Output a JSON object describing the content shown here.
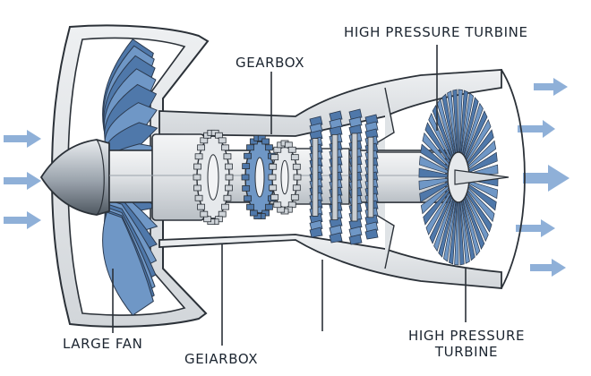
{
  "labels": {
    "top_right": "HIGH PRESSURE TURBINE",
    "top_mid": "GEARBOX",
    "bottom_left": "LARGE FAN",
    "bottom_mid": "GEIARBOX",
    "bottom_right_line1": "HIGH PRESSURE",
    "bottom_right_line2": "TURBINE"
  },
  "colors": {
    "blade": "#6f97c6",
    "blade_dark": "#4f78aa",
    "casing": "#e4e7ea",
    "casing_dark": "#c7ccd1",
    "outline": "#2b3138",
    "arrow": "#8fb0d8",
    "background": "#ffffff"
  },
  "icons": {
    "inlet_arrows": "arrow-right-icon",
    "exhaust_arrows": "arrow-right-icon"
  }
}
